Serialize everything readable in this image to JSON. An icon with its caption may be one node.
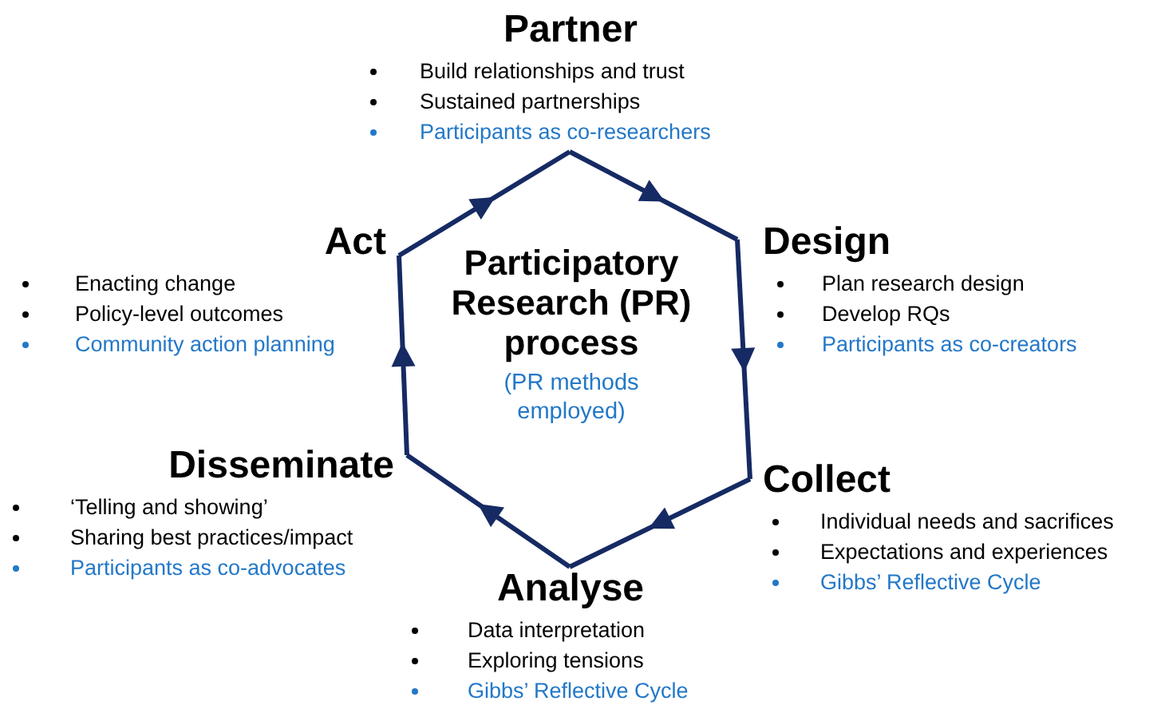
{
  "diagram": {
    "nodes": [
      {
        "text": [
          "Partner",
          "Build relationships and trust",
          "Sustained partnerships",
          "Participants as co-researchers"
        ]
      },
      {
        "text": [
          "Design",
          "Plan research design",
          "Develop RQs",
          "Participants as co-creators"
        ]
      },
      {
        "text": [
          "Collect",
          "Individual needs and sacrifices",
          "Expectations and experiences",
          "Gibbs’ Reflective Cycle"
        ]
      },
      {
        "text": [
          "Analyse",
          "Data interpretation",
          "Exploring tensions",
          "Gibbs’ Reflective Cycle"
        ]
      },
      {
        "text": [
          "Disseminate",
          "‘Telling and showing’",
          "Sharing best practices/impact",
          "Participants as co-advocates"
        ]
      },
      {
        "text": [
          "Act",
          "Enacting change",
          "Policy-level outcomes",
          "Community action planning"
        ]
      },
      {
        "text": [
          "Participatory Research (PR) process",
          "(PR methods employed)"
        ]
      }
    ],
    "edges": [
      {
        "from": 0,
        "to": 1,
        "arrow": "to"
      },
      {
        "from": 1,
        "to": 2,
        "arrow": "to"
      },
      {
        "from": 2,
        "to": 3,
        "arrow": "to"
      },
      {
        "from": 3,
        "to": 4,
        "arrow": "to"
      },
      {
        "from": 4,
        "to": 5,
        "arrow": "to"
      },
      {
        "from": 5,
        "to": 0,
        "arrow": "to"
      }
    ]
  }
}
